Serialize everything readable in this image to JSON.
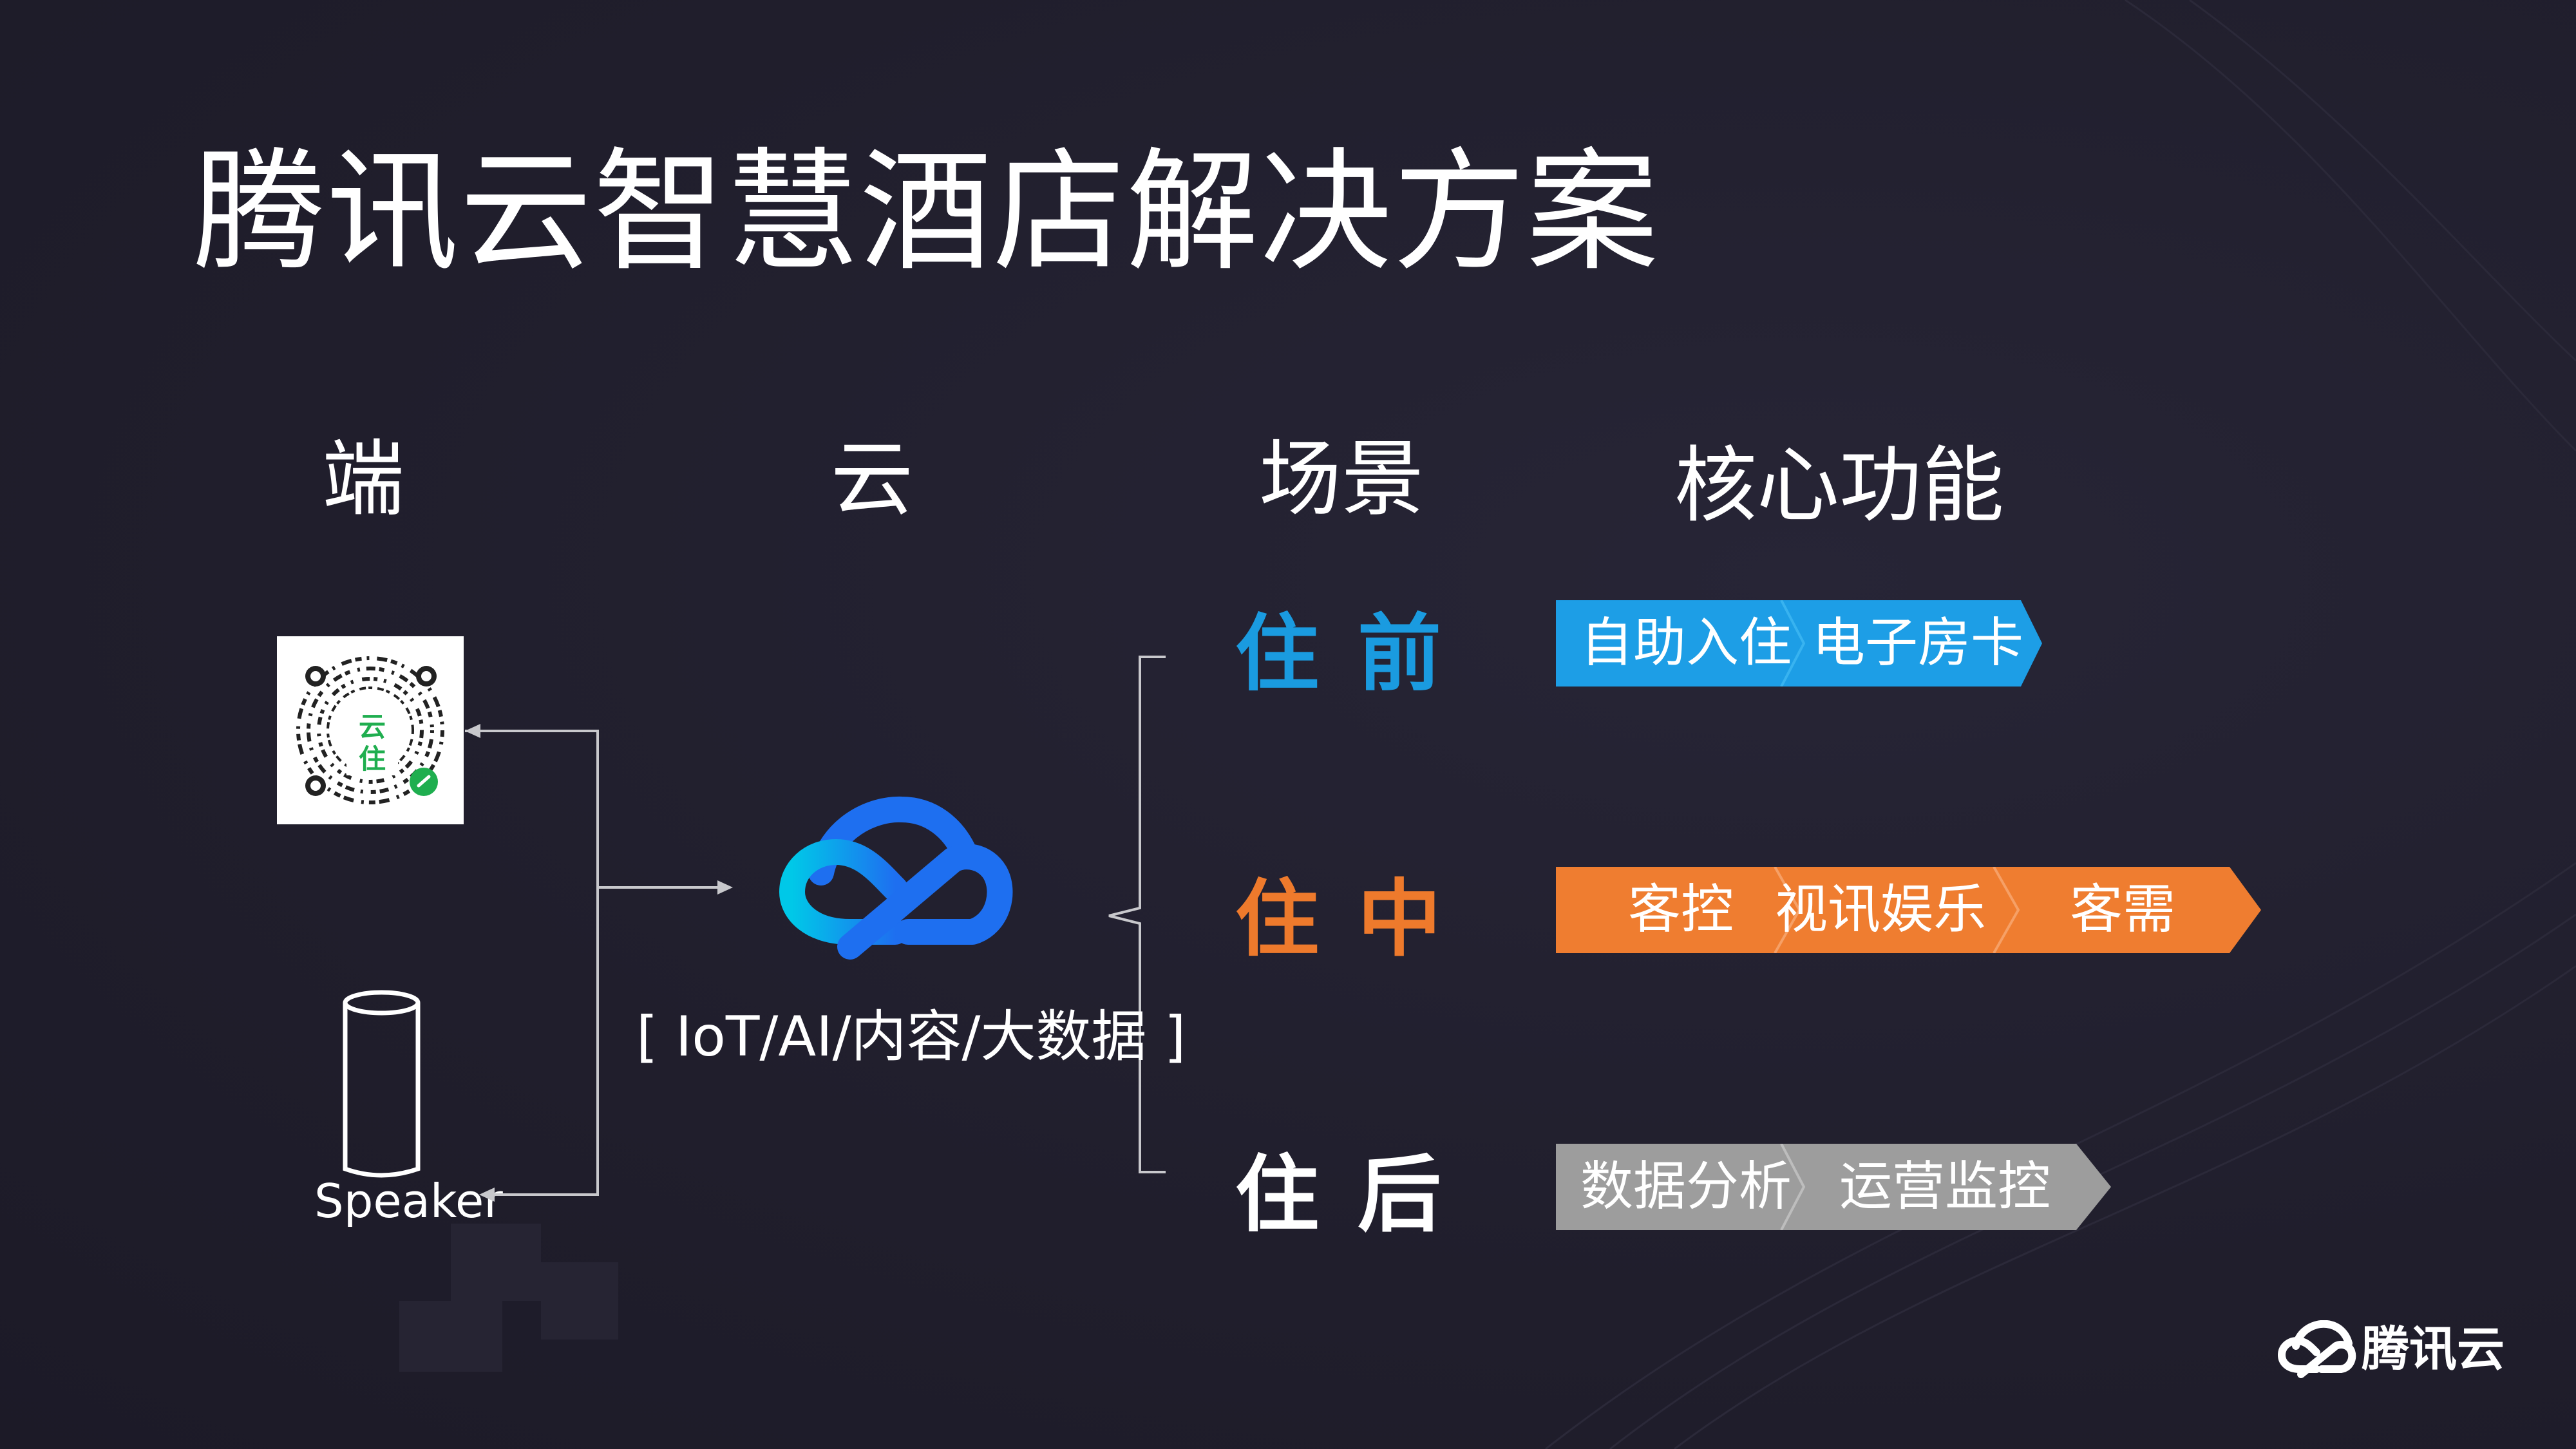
{
  "slide": {
    "title": "腾讯云智慧酒店解决方案",
    "columns": {
      "device": "端",
      "cloud": "云",
      "scene": "场景",
      "core": "核心功能"
    },
    "devices": {
      "miniprogram_label": "云住",
      "speaker_label": "Speaker"
    },
    "cloud": {
      "caption": "[ IoT/AI/内容/大数据 ]"
    },
    "stages": [
      {
        "char1": "住",
        "char2": "前",
        "color": "#1a9be0",
        "features": [
          "自助入住",
          "电子房卡"
        ],
        "feature_color": "#1d9ee6"
      },
      {
        "char1": "住",
        "char2": "中",
        "color": "#ee7a2c",
        "features": [
          "客控",
          "视讯娱乐",
          "客需"
        ],
        "feature_color": "#ef7d30"
      },
      {
        "char1": "住",
        "char2": "后",
        "color": "#ffffff",
        "features": [
          "数据分析",
          "运营监控"
        ],
        "feature_color": "#9d9d9d"
      }
    ],
    "brand": {
      "name": "腾讯云",
      "icon": "tencent-cloud-icon"
    },
    "colors": {
      "background": "#222030",
      "blue": "#1d9ee6",
      "orange": "#ef7d30",
      "gray": "#9d9d9d",
      "qr_green": "#1fae4f"
    }
  }
}
